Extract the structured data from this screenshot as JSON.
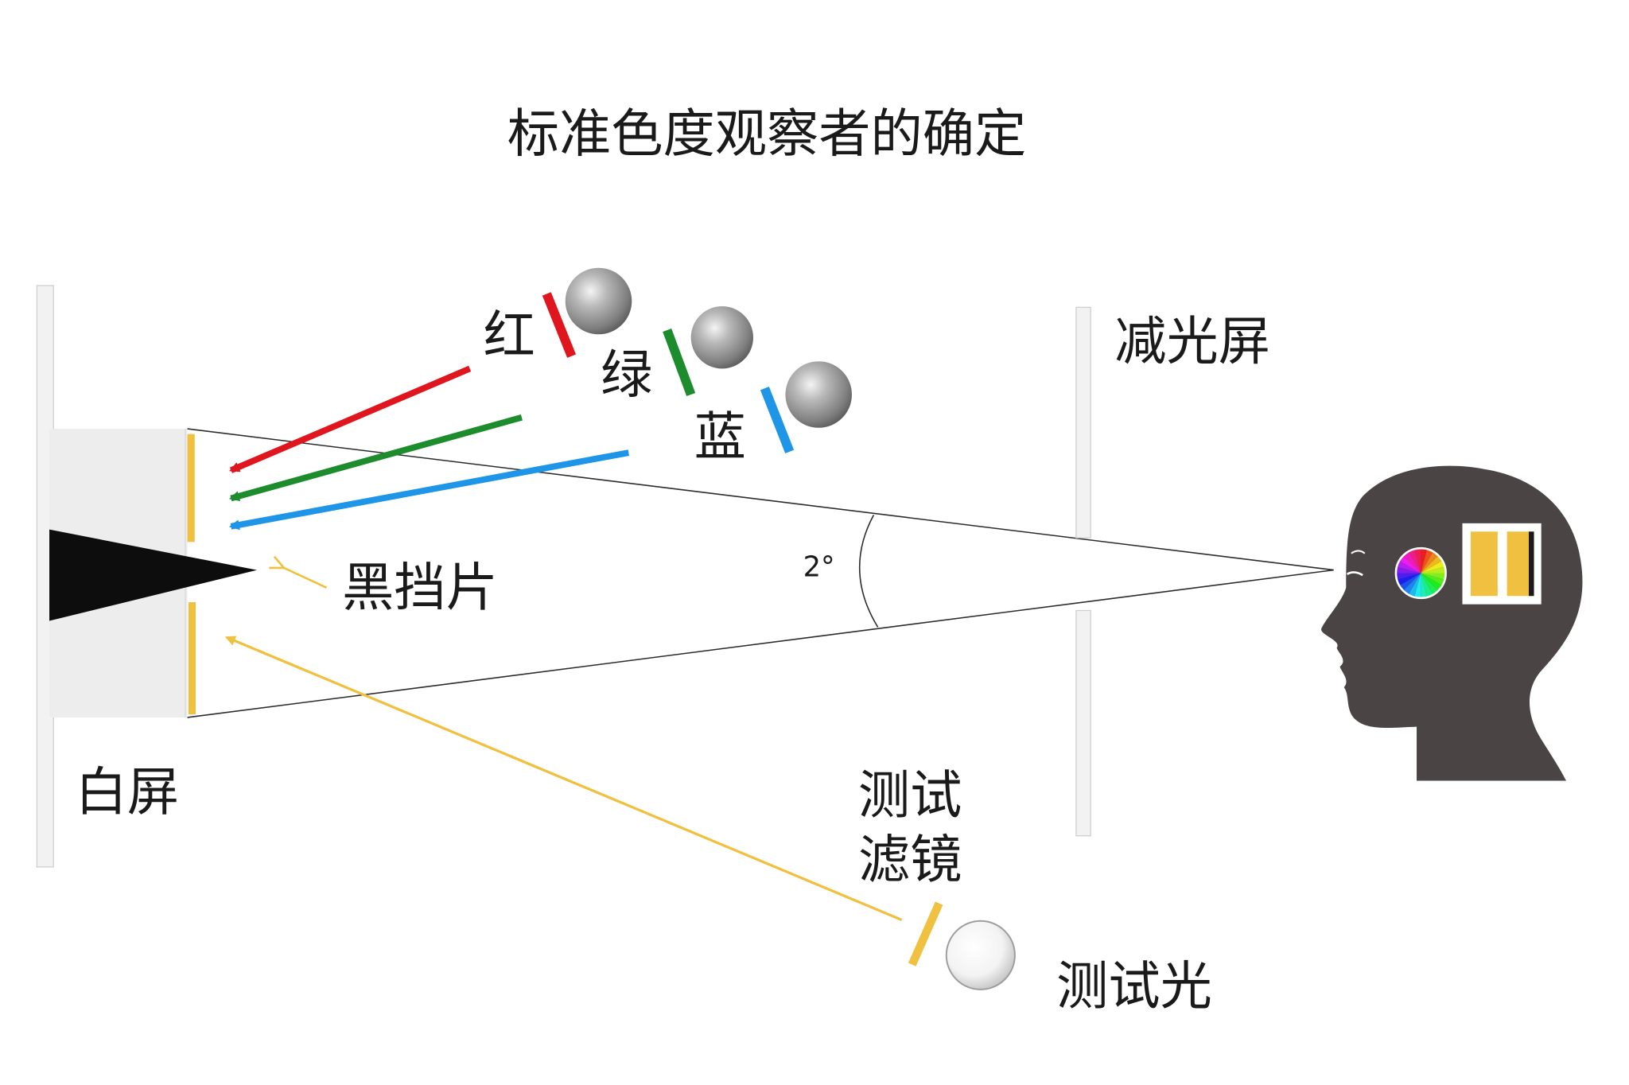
{
  "title": "标准色度观察者的确定",
  "labels": {
    "red": "红",
    "green": "绿",
    "blue": "蓝",
    "black_shield": "黑挡片",
    "white_screen": "白屏",
    "reduction_screen": "减光屏",
    "test_filter_line1": "测试",
    "test_filter_line2": "滤镜",
    "test_light": "测试光",
    "angle": "2°"
  },
  "colors": {
    "red": "#e0161e",
    "green": "#1d8c2c",
    "blue": "#1f95e8",
    "yellow": "#f0c040",
    "head": "#4a4444",
    "black": "#0d0d0d"
  },
  "icons": {
    "head": "human-head-profile-icon",
    "color_wheel": "color-wheel-icon",
    "lamp": "light-bulb-sphere-icon"
  }
}
